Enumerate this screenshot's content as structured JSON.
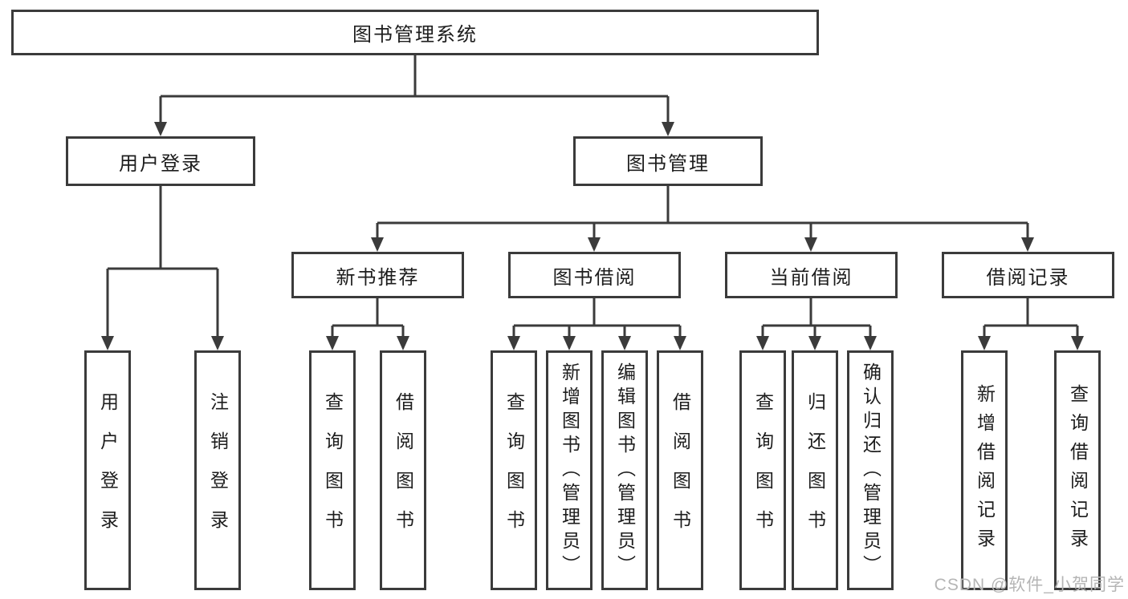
{
  "diagram": {
    "type": "tree",
    "nodes": {
      "root": "图书管理系统",
      "login": "用户登录",
      "mgmt": "图书管理",
      "recommend": "新书推荐",
      "borrow": "图书借阅",
      "current": "当前借阅",
      "records": "借阅记录",
      "user_login": "用户登录",
      "logout": "注销登录",
      "rec_query": "查询图书",
      "rec_borrow": "借阅图书",
      "bor_query": "查询图书",
      "bor_add": "新增图书（管理员）",
      "bor_edit": "编辑图书（管理员）",
      "bor_borrow": "借阅图书",
      "cur_query": "查询图书",
      "cur_return": "归还图书",
      "cur_confirm": "确认归还（管理员）",
      "rb_add": "新增借阅记录",
      "rb_query": "查询借阅记录"
    },
    "edges": [
      [
        "图书管理系统",
        "用户登录"
      ],
      [
        "图书管理系统",
        "图书管理"
      ],
      [
        "用户登录",
        "用户登录"
      ],
      [
        "用户登录",
        "注销登录"
      ],
      [
        "图书管理",
        "新书推荐"
      ],
      [
        "图书管理",
        "图书借阅"
      ],
      [
        "图书管理",
        "当前借阅"
      ],
      [
        "图书管理",
        "借阅记录"
      ],
      [
        "新书推荐",
        "查询图书"
      ],
      [
        "新书推荐",
        "借阅图书"
      ],
      [
        "图书借阅",
        "查询图书"
      ],
      [
        "图书借阅",
        "新增图书（管理员）"
      ],
      [
        "图书借阅",
        "编辑图书（管理员）"
      ],
      [
        "图书借阅",
        "借阅图书"
      ],
      [
        "当前借阅",
        "查询图书"
      ],
      [
        "当前借阅",
        "归还图书"
      ],
      [
        "当前借阅",
        "确认归还（管理员）"
      ],
      [
        "借阅记录",
        "新增借阅记录"
      ],
      [
        "借阅记录",
        "查询借阅记录"
      ]
    ]
  },
  "watermark": "CSDN @软件_小贺同学",
  "colors": {
    "line": "#3b3b3b",
    "text": "#1d1d1d",
    "watermark": "#b5b5b5",
    "background": "#ffffff"
  }
}
